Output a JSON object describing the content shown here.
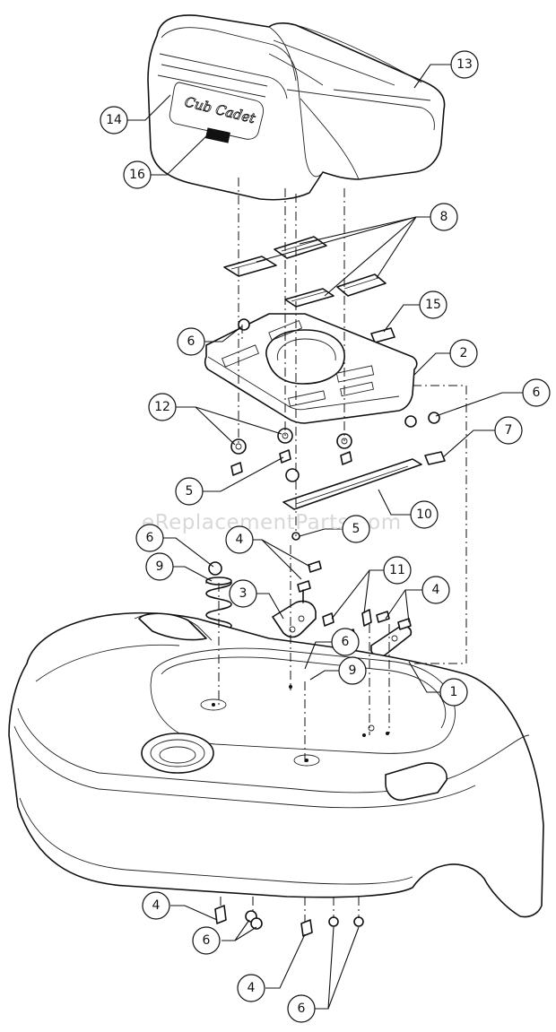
{
  "watermark": "eReplacementParts.com",
  "logo": "Cub Cadet",
  "callouts": [
    {
      "id": "c13",
      "label": "13"
    },
    {
      "id": "c14",
      "label": "14"
    },
    {
      "id": "c16",
      "label": "16"
    },
    {
      "id": "c8",
      "label": "8"
    },
    {
      "id": "c15",
      "label": "15"
    },
    {
      "id": "c6a",
      "label": "6"
    },
    {
      "id": "c2",
      "label": "2"
    },
    {
      "id": "c6b",
      "label": "6"
    },
    {
      "id": "c12",
      "label": "12"
    },
    {
      "id": "c7",
      "label": "7"
    },
    {
      "id": "c5a",
      "label": "5"
    },
    {
      "id": "c10",
      "label": "10"
    },
    {
      "id": "c5b",
      "label": "5"
    },
    {
      "id": "c6c",
      "label": "6"
    },
    {
      "id": "c4a",
      "label": "4"
    },
    {
      "id": "c9a",
      "label": "9"
    },
    {
      "id": "c11",
      "label": "11"
    },
    {
      "id": "c3",
      "label": "3"
    },
    {
      "id": "c4b",
      "label": "4"
    },
    {
      "id": "c6d",
      "label": "6"
    },
    {
      "id": "c9b",
      "label": "9"
    },
    {
      "id": "c1",
      "label": "1"
    },
    {
      "id": "c4c",
      "label": "4"
    },
    {
      "id": "c6e",
      "label": "6"
    },
    {
      "id": "c4d",
      "label": "4"
    },
    {
      "id": "c6f",
      "label": "6"
    }
  ]
}
